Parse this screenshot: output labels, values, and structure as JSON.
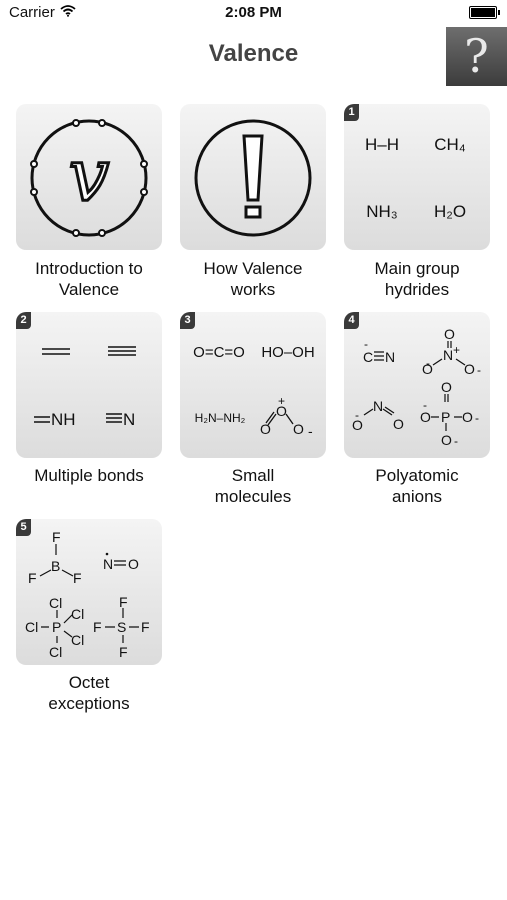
{
  "status_bar": {
    "carrier": "Carrier",
    "time": "2:08 PM"
  },
  "nav": {
    "title": "Valence",
    "help_label": "?"
  },
  "tiles": [
    {
      "line1": "Introduction to",
      "line2": "Valence",
      "badge": ""
    },
    {
      "line1": "How Valence",
      "line2": "works",
      "badge": ""
    },
    {
      "line1": "Main group",
      "line2": "hydrides",
      "badge": "1",
      "formulas": [
        "H–H",
        "CH₄",
        "NH₃",
        "H₂O"
      ]
    },
    {
      "line1": "Multiple bonds",
      "line2": "",
      "badge": "2",
      "formulas": [
        "NH",
        "N"
      ]
    },
    {
      "line1": "Small",
      "line2": "molecules",
      "badge": "3",
      "formulas": [
        "O=C=O",
        "HO–OH",
        "H₂N–NH₂"
      ]
    },
    {
      "line1": "Polyatomic",
      "line2": "anions",
      "badge": "4"
    },
    {
      "line1": "Octet",
      "line2": "exceptions",
      "badge": "5"
    }
  ]
}
